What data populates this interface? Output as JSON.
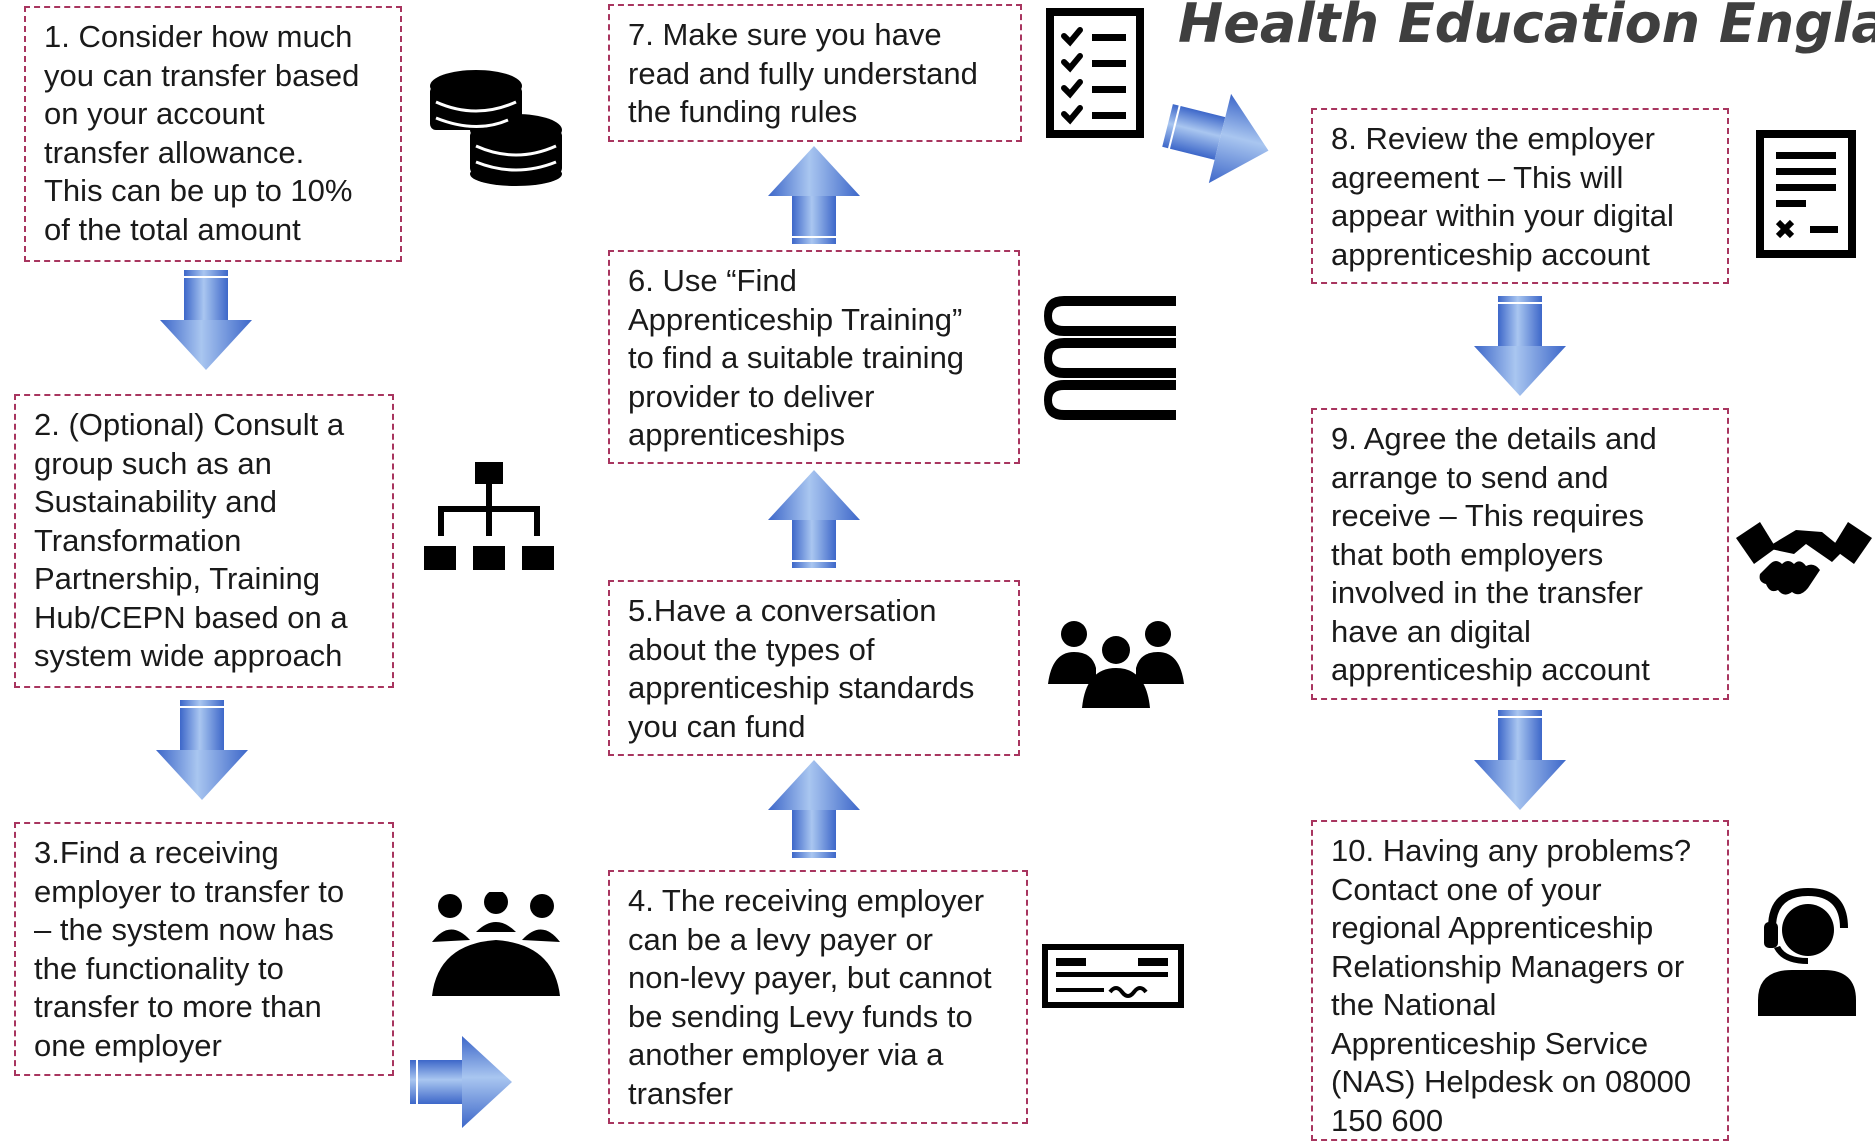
{
  "title": "Health Education England",
  "steps": [
    {
      "text": "1. Consider how much\nyou can transfer based\non your account\ntransfer allowance.\nThis can be up to 10%\nof the total amount"
    },
    {
      "text": "2. (Optional) Consult a\ngroup such as an\nSustainability and\nTransformation\nPartnership, Training\nHub/CEPN based on a\nsystem wide approach"
    },
    {
      "text": "3.Find a receiving\nemployer to transfer to\n–  the system now has\nthe functionality to\ntransfer to more than\none employer"
    },
    {
      "text": "4. The receiving employer\ncan be a levy payer or\nnon-levy payer, but cannot\nbe sending Levy funds to\nanother employer via a\ntransfer"
    },
    {
      "text": "5.Have a conversation\nabout the types of\napprenticeship standards\nyou can fund"
    },
    {
      "text": "6. Use “Find\nApprenticeship Training”\nto find a suitable training\nprovider to deliver\napprenticeships"
    },
    {
      "text": "7. Make sure you have\nread and fully understand\nthe funding rules"
    },
    {
      "text": "8. Review the employer\nagreement – This will\nappear within your digital\napprenticeship account"
    },
    {
      "text": "9. Agree the details and\narrange to send and\nreceive – This requires\nthat both employers\ninvolved in the transfer\nhave an digital\napprenticeship account"
    },
    {
      "text": "10. Having any problems?\nContact one of your\nregional Apprenticeship\nRelationship Managers or\nthe National\nApprenticeship Service\n(NAS) Helpdesk on 08000\n150 600"
    }
  ],
  "icons": [
    "coins-icon",
    "org-chart-icon",
    "meeting-group-icon",
    "cheque-icon",
    "people-group-icon",
    "books-icon",
    "checklist-icon",
    "document-icon",
    "handshake-icon",
    "helpdesk-agent-icon"
  ],
  "colors": {
    "border": "#a8355f",
    "arrow_light": "#a9c6f0",
    "arrow_dark": "#3d67c9",
    "icon": "#000000"
  }
}
